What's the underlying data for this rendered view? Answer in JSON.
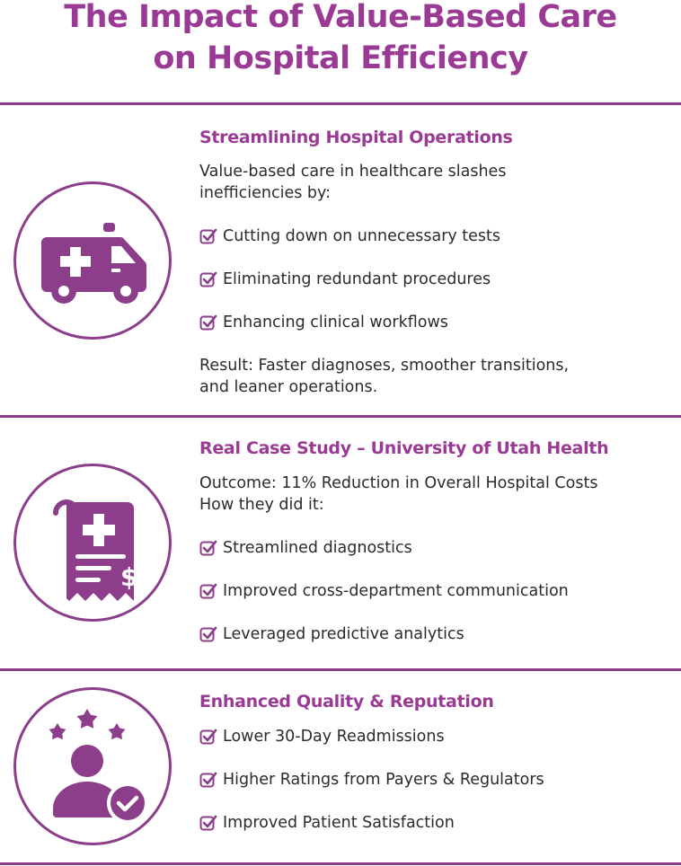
{
  "title": {
    "line1": "The Impact of Value-Based Care",
    "line2": "on Hospital Efficiency"
  },
  "theme": {
    "accent": "#9b3a95",
    "icon": "#8d3e8b"
  },
  "sections": [
    {
      "icon": "ambulance-icon",
      "heading": "Streamlining Hospital Operations",
      "intro": "Value-based care in healthcare slashes",
      "intro2": "inefficiencies by:",
      "items": [
        "Cutting down on unnecessary tests",
        "Eliminating redundant procedures",
        "Enhancing clinical workflows"
      ],
      "result1": "Result: Faster diagnoses, smoother transitions,",
      "result2": "and leaner operations."
    },
    {
      "icon": "medical-bill-icon",
      "heading": "Real Case Study – University of Utah Health",
      "intro": "Outcome: 11% Reduction in Overall Hospital Costs",
      "intro2": "How they did it:",
      "items": [
        "Streamlined diagnostics",
        "Improved cross-department communication",
        "Leveraged predictive analytics"
      ]
    },
    {
      "icon": "rated-patient-icon",
      "heading": "Enhanced Quality & Reputation",
      "items": [
        "Lower 30-Day Readmissions",
        "Higher Ratings from Payers & Regulators",
        "Improved Patient Satisfaction"
      ]
    }
  ]
}
